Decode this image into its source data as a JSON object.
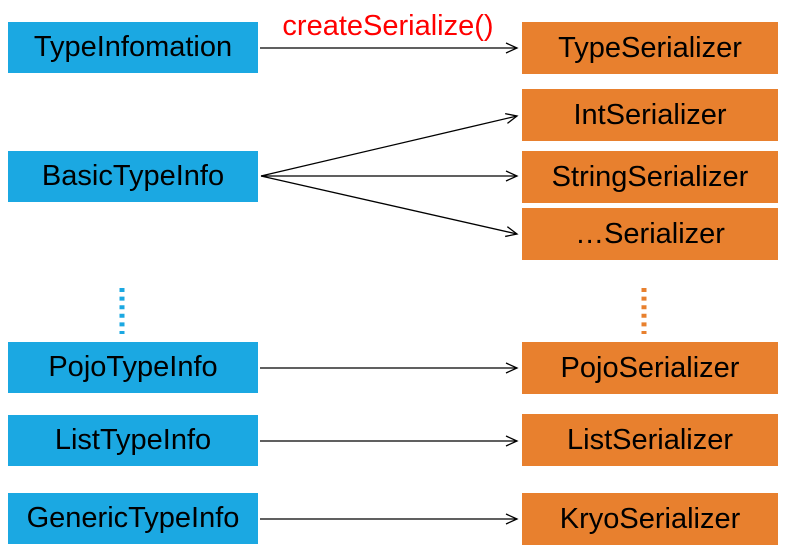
{
  "diagram": {
    "caption": "createSerialize()",
    "left_column": [
      {
        "label": "TypeInfomation"
      },
      {
        "label": "BasicTypeInfo"
      },
      {
        "label": "PojoTypeInfo"
      },
      {
        "label": "ListTypeInfo"
      },
      {
        "label": "GenericTypeInfo"
      }
    ],
    "right_column": [
      {
        "label": "TypeSerializer"
      },
      {
        "label": "IntSerializer"
      },
      {
        "label": "StringSerializer"
      },
      {
        "label": "…Serializer"
      },
      {
        "label": "PojoSerializer"
      },
      {
        "label": "ListSerializer"
      },
      {
        "label": "KryoSerializer"
      }
    ],
    "connections": [
      {
        "from": "TypeInfomation",
        "to": "TypeSerializer",
        "label": "createSerialize()"
      },
      {
        "from": "BasicTypeInfo",
        "to": "IntSerializer"
      },
      {
        "from": "BasicTypeInfo",
        "to": "StringSerializer"
      },
      {
        "from": "BasicTypeInfo",
        "to": "…Serializer"
      },
      {
        "from": "PojoTypeInfo",
        "to": "PojoSerializer"
      },
      {
        "from": "ListTypeInfo",
        "to": "ListSerializer"
      },
      {
        "from": "GenericTypeInfo",
        "to": "KryoSerializer"
      }
    ],
    "ellipsis_marks": [
      {
        "side": "left",
        "color_ref": "left_box"
      },
      {
        "side": "right",
        "color_ref": "right_box"
      }
    ],
    "colors": {
      "left_box": "#1BA8E2",
      "right_box": "#E8802E",
      "caption_text": "#FF0000",
      "arrow": "#000000"
    }
  }
}
